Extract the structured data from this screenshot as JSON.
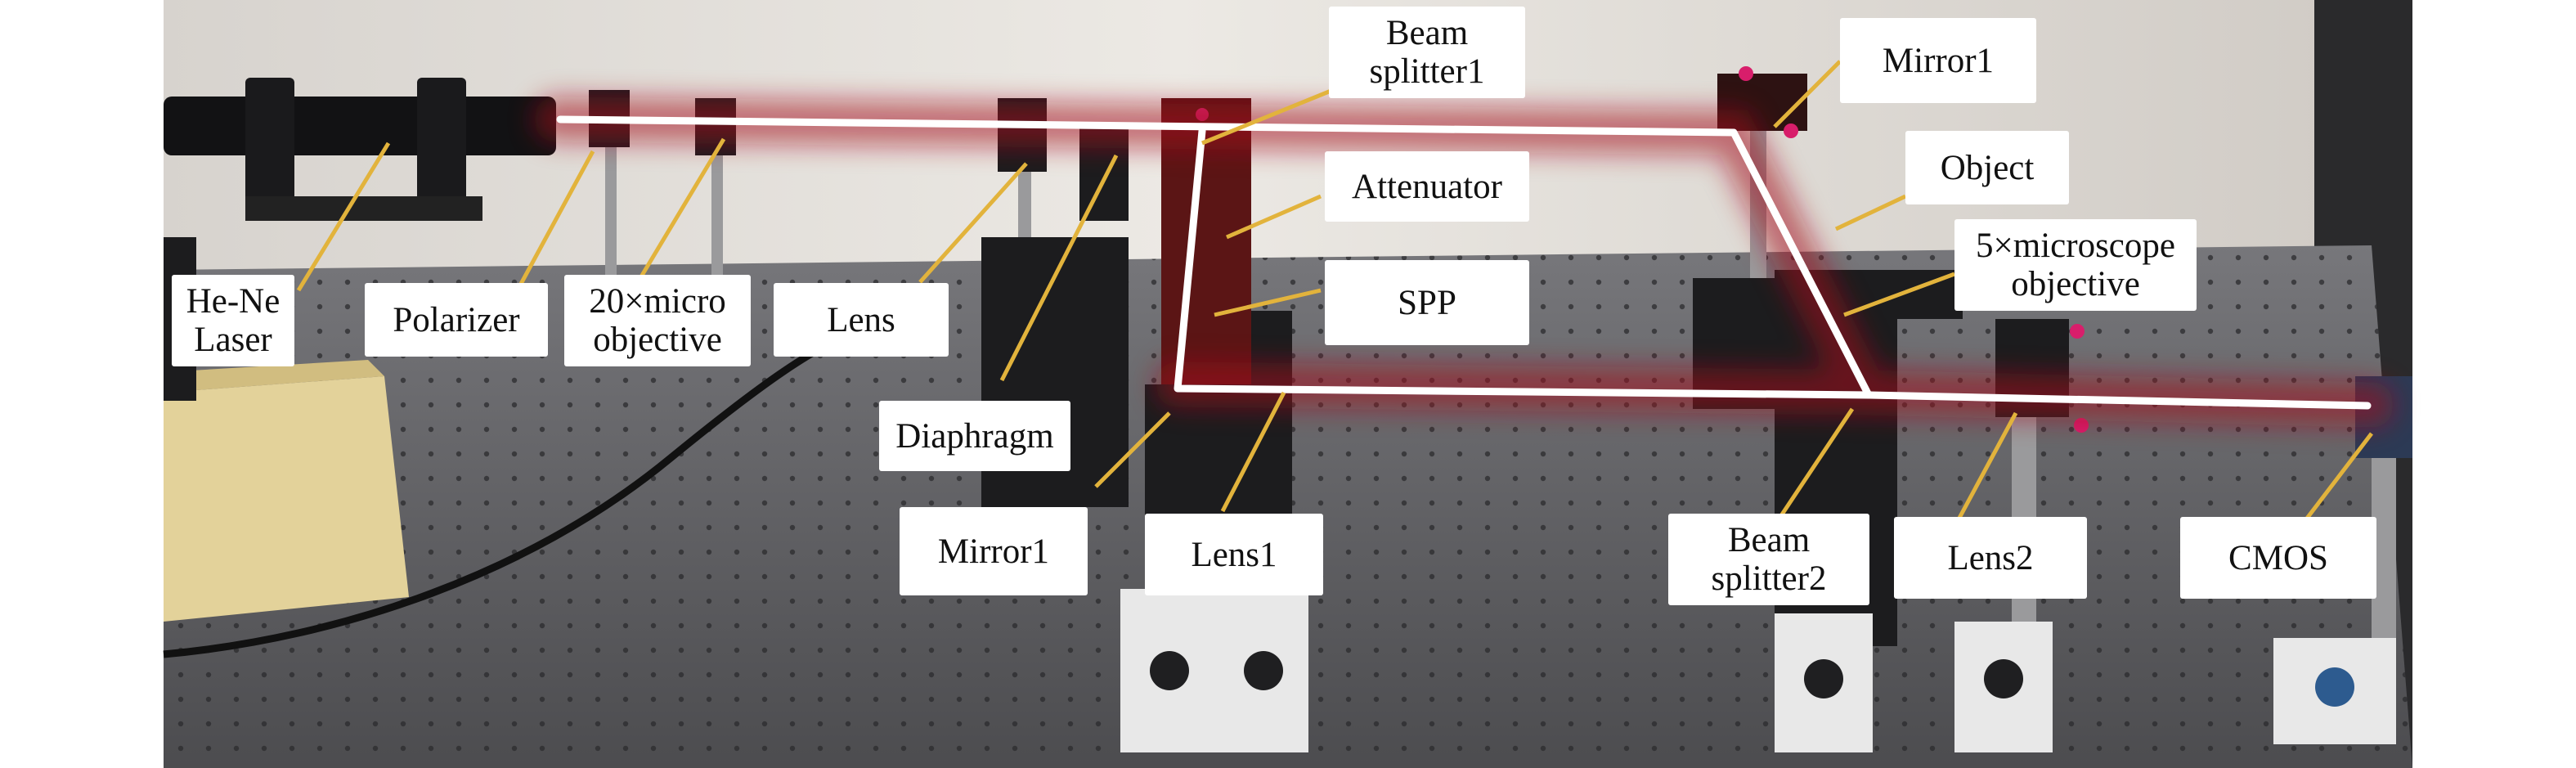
{
  "figure": {
    "description_labels": {
      "he_ne_laser": [
        "He-Ne",
        "Laser"
      ],
      "polarizer": [
        "Polarizer"
      ],
      "micro_objective_20x": [
        "20×micro",
        "objective"
      ],
      "lens": [
        "Lens"
      ],
      "diaphragm": [
        "Diaphragm"
      ],
      "beam_splitter1": [
        "Beam",
        "splitter1"
      ],
      "attenuator": [
        "Attenuator"
      ],
      "spp": [
        "SPP"
      ],
      "mirror1_top": [
        "Mirror1"
      ],
      "object": [
        "Object"
      ],
      "microscope_objective_5x": [
        "5×microscope",
        "objective"
      ],
      "mirror1_bottom": [
        "Mirror1"
      ],
      "lens1": [
        "Lens1"
      ],
      "beam_splitter2": [
        "Beam",
        "splitter2"
      ],
      "lens2": [
        "Lens2"
      ],
      "cmos": [
        "CMOS"
      ]
    },
    "colors": {
      "beam_path": "#ffffff",
      "beam_glow": "#a4101a",
      "leader_line": "#e2b33c",
      "table_top": "#5f5f62",
      "wall": "#e6e3de"
    }
  }
}
